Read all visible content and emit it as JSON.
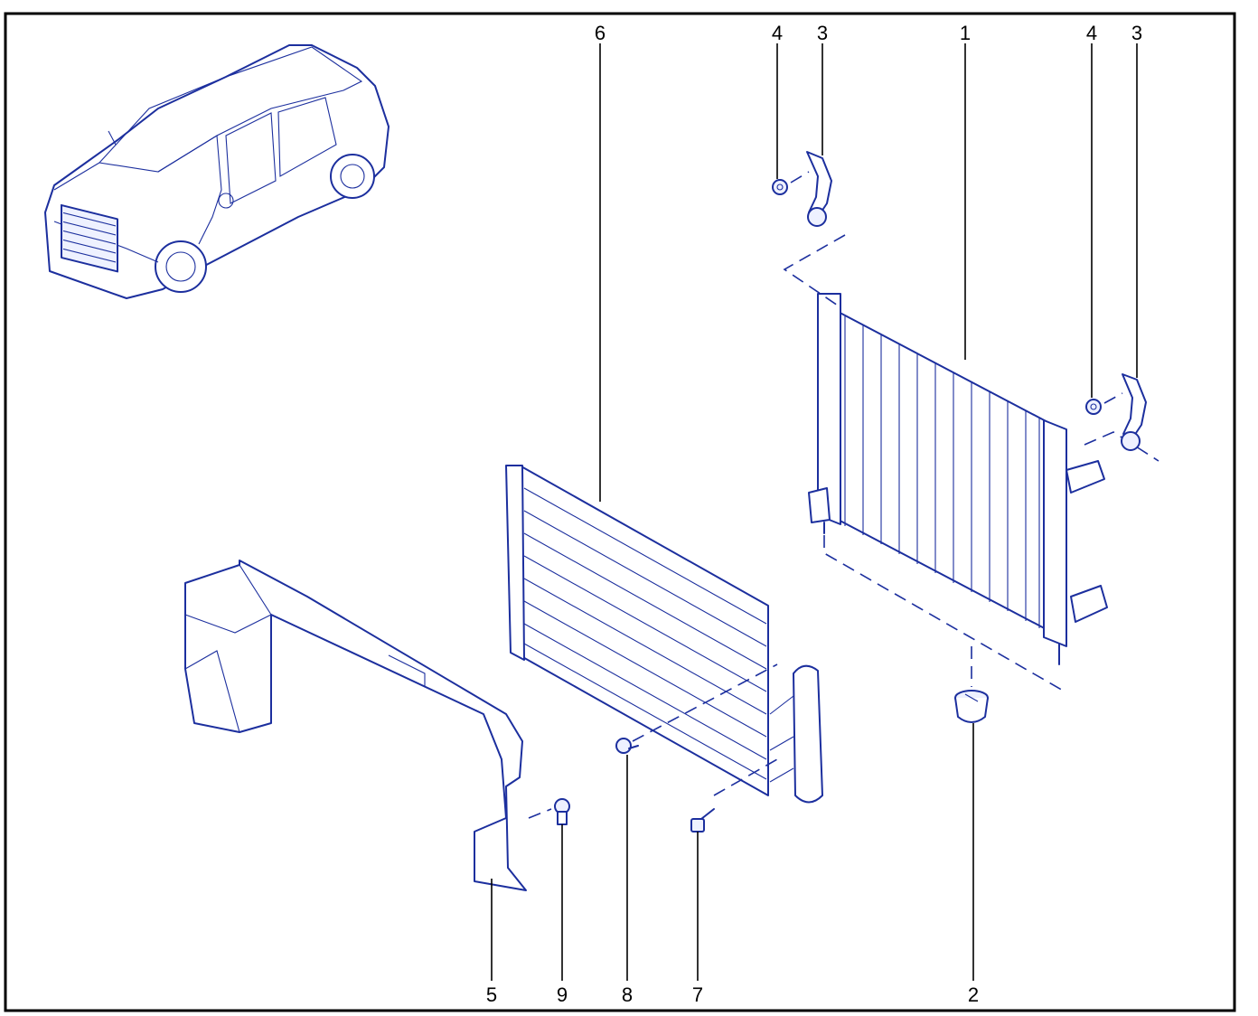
{
  "callouts": {
    "c6": "6",
    "c4a": "4",
    "c3a": "3",
    "c1": "1",
    "c4b": "4",
    "c3b": "3",
    "c5": "5",
    "c9": "9",
    "c8": "8",
    "c7": "7",
    "c2": "2"
  },
  "colors": {
    "line_art": "#1c2f9e",
    "frame": "#000000",
    "background": "#ffffff"
  }
}
